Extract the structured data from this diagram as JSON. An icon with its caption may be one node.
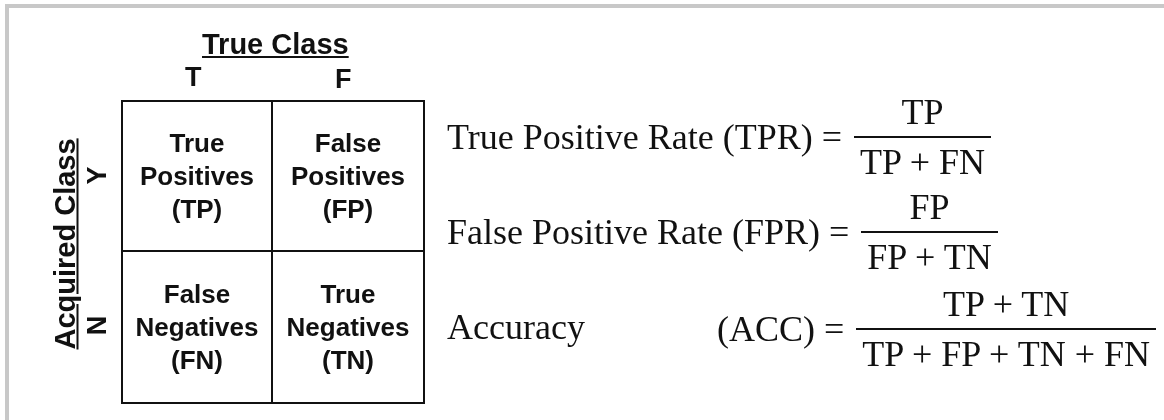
{
  "diagram": {
    "nodes": [
      {
        "text": [
          "True Positives (TP)"
        ]
      },
      {
        "text": [
          "False Positives (FP)"
        ]
      },
      {
        "text": [
          "False Negatives (FN)"
        ]
      },
      {
        "text": [
          "True Negatives (TN)"
        ]
      }
    ],
    "labels": [
      "True Class",
      "T",
      "F",
      "Acquired Class",
      "Y",
      "N",
      "True Positive Rate (TPR) =",
      "TP",
      "TP + FN",
      "False Positive Rate (FPR) =",
      "FP",
      "FP + TN",
      "Accuracy",
      "(ACC) =",
      "TP + TN",
      "TP + FP + TN + FN"
    ]
  }
}
